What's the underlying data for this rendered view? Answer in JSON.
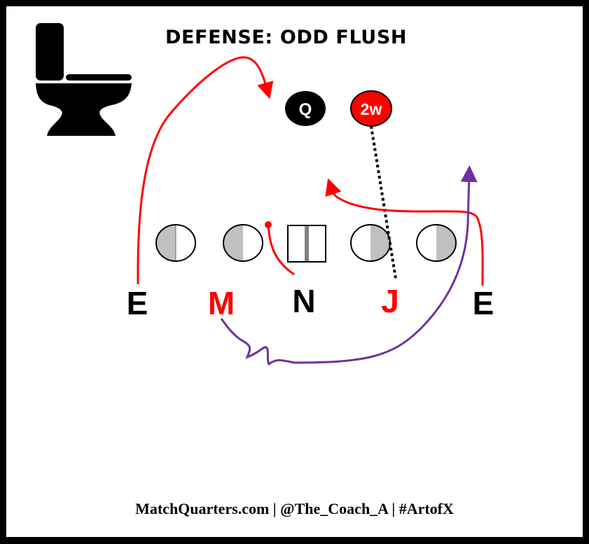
{
  "title": "DEFENSE: ODD FLUSH",
  "footer": "MatchQuarters.com | @The_Coach_A | #ArtofX",
  "logo_icon": "toilet-icon",
  "colors": {
    "red": "#ff0000",
    "purple": "#7030a0",
    "black": "#000000",
    "lineman_fill": "#c0c0c0",
    "center_stripe": "#808080"
  },
  "backfield": [
    {
      "label": "Q",
      "fill": "#000000",
      "text_color": "#ffffff"
    },
    {
      "label": "2w",
      "fill": "#ff0000",
      "text_color": "#ffffff"
    }
  ],
  "offensive_line": [
    {
      "position": "LT",
      "shade": "left"
    },
    {
      "position": "LG",
      "shade": "left"
    },
    {
      "position": "C",
      "shape": "square"
    },
    {
      "position": "RG",
      "shade": "right"
    },
    {
      "position": "RT",
      "shade": "right"
    }
  ],
  "defenders": [
    {
      "label": "E",
      "color": "#000000"
    },
    {
      "label": "M",
      "color": "#ff0000"
    },
    {
      "label": "N",
      "color": "#000000"
    },
    {
      "label": "J",
      "color": "#ff0000"
    },
    {
      "label": "E",
      "color": "#000000"
    }
  ],
  "routes": [
    {
      "player": "E (left)",
      "color": "red",
      "type": "rush arrow over top to QB"
    },
    {
      "player": "N",
      "color": "red",
      "type": "slant stop (dot)"
    },
    {
      "player": "E (right)",
      "color": "red",
      "type": "loop inside arrow"
    },
    {
      "player": "M",
      "color": "purple",
      "type": "wiggle drop to vertical arrow"
    },
    {
      "player": "J",
      "color": "black",
      "type": "dotted man coverage on 2w"
    }
  ]
}
